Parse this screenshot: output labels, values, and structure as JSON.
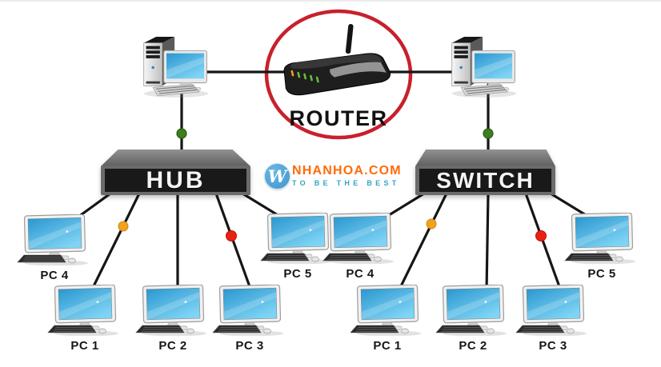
{
  "router": {
    "label": "ROUTER"
  },
  "left_network": {
    "device_label": "HUB",
    "pcs": [
      {
        "label": "PC 4"
      },
      {
        "label": "PC 1"
      },
      {
        "label": "PC 2"
      },
      {
        "label": "PC 3"
      },
      {
        "label": "PC 5"
      }
    ]
  },
  "right_network": {
    "device_label": "SWITCH",
    "pcs": [
      {
        "label": "PC 4"
      },
      {
        "label": "PC 1"
      },
      {
        "label": "PC 2"
      },
      {
        "label": "PC 3"
      },
      {
        "label": "PC 5"
      }
    ]
  },
  "watermark": {
    "initial": "W",
    "site": "NHANHOA.COM",
    "slogan": "TO BE THE BEST"
  },
  "colors": {
    "line": "#161616",
    "router_ring": "#c8202d",
    "dot_green": "#3f7d1f",
    "dot_green_border": "#2a5c10",
    "dot_orange": "#f2a11e",
    "dot_orange_border": "#cf8a0d",
    "dot_red": "#ea2012",
    "dot_red_border": "#c01408",
    "screen_blue_dark": "#2b97cf",
    "screen_blue_light": "#7fd4f5",
    "device_body_gray": "#6b6b6b",
    "device_panel_black": "#191919",
    "watermark_orange": "#ff6600",
    "watermark_teal": "#2ba3c4",
    "watermark_circle_blue": "#3b92cc"
  }
}
